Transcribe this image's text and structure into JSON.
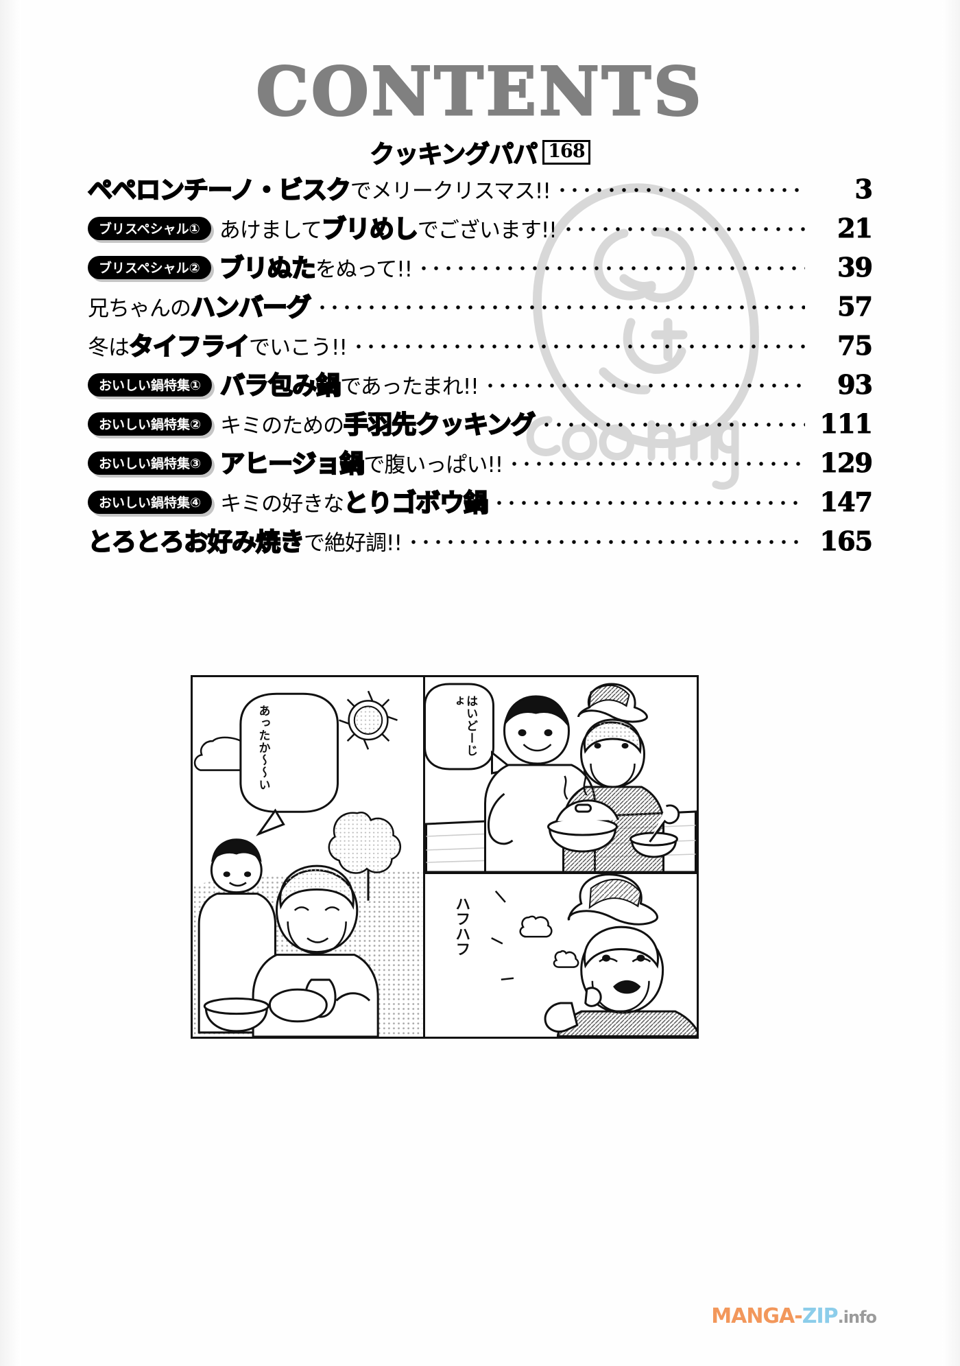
{
  "header": {
    "contents_title": "CONTENTS",
    "series_name": "クッキングパパ",
    "volume": "168"
  },
  "toc": {
    "entries": [
      {
        "badge": null,
        "title_plain": "ペペロンチーノ・ビスクでメリークリスマス!!",
        "title_strong": "ペペロンチーノ・ビスク",
        "title_rest": "でメリークリスマス!!",
        "page": "3"
      },
      {
        "badge": "ブリスペシャル①",
        "title_plain": "あけましてブリめしでございます!!",
        "title_pre": "あけまして",
        "title_strong": "ブリめし",
        "title_rest": "でございます!!",
        "page": "21"
      },
      {
        "badge": "ブリスペシャル②",
        "title_plain": "ブリぬたをぬって!!",
        "title_pre": "",
        "title_strong": "ブリぬた",
        "title_rest": "をぬって!!",
        "page": "39"
      },
      {
        "badge": null,
        "title_plain": "兄ちゃんのハンバーグ",
        "title_pre": "兄ちゃんの",
        "title_strong": "ハンバーグ",
        "title_rest": "",
        "page": "57"
      },
      {
        "badge": null,
        "title_plain": "冬はタイフライでいこう!!",
        "title_pre": "冬は",
        "title_strong": "タイフライ",
        "title_rest": "でいこう!!",
        "page": "75"
      },
      {
        "badge": "おいしい鍋特集①",
        "title_plain": "バラ包み鍋であったまれ!!",
        "title_pre": "",
        "title_strong": "バラ包み鍋",
        "title_rest": "であったまれ!!",
        "page": "93"
      },
      {
        "badge": "おいしい鍋特集②",
        "title_plain": "キミのための手羽先クッキング",
        "title_pre": "キミのための",
        "title_strong": "手羽先クッキング",
        "title_rest": "",
        "page": "111"
      },
      {
        "badge": "おいしい鍋特集③",
        "title_plain": "アヒージョ鍋で腹いっぱい!!",
        "title_pre": "",
        "title_strong": "アヒージョ鍋",
        "title_rest": "で腹いっぱい!!",
        "page": "129"
      },
      {
        "badge": "おいしい鍋特集④",
        "title_plain": "キミの好きなとりゴボウ鍋",
        "title_pre": "キミの好きな",
        "title_strong": "とりゴボウ鍋",
        "title_rest": "",
        "page": "147"
      },
      {
        "badge": null,
        "title_plain": "とろとろお好み焼きで絶好調!!",
        "title_pre": "",
        "title_strong": "とろとろお好み焼き",
        "title_rest": "で絶好調!!",
        "page": "165"
      }
    ]
  },
  "comic": {
    "panel1": {
      "speech": "あったか〜〜い",
      "scene": "two-men-outdoors-sunny"
    },
    "panel2": {
      "speech": "はいどーじょ",
      "scene": "man-serving-hot-pot-to-bearded-man"
    },
    "panel3": {
      "sfx": "ハフハフ",
      "scene": "bearded-man-eating-with-spoon"
    }
  },
  "watermarks": {
    "doodle_text": "Cooking",
    "site_manga": "MANGA-",
    "site_zip": "ZIP",
    "site_tld": ".info"
  },
  "colors": {
    "title_gray": "#808080",
    "ink": "#000000",
    "paper": "#ffffff",
    "site_orange": "#f2975b",
    "site_blue": "#8ccdea",
    "site_gray": "#9b9b9b",
    "watermark_gray": "#d8d8d8"
  }
}
